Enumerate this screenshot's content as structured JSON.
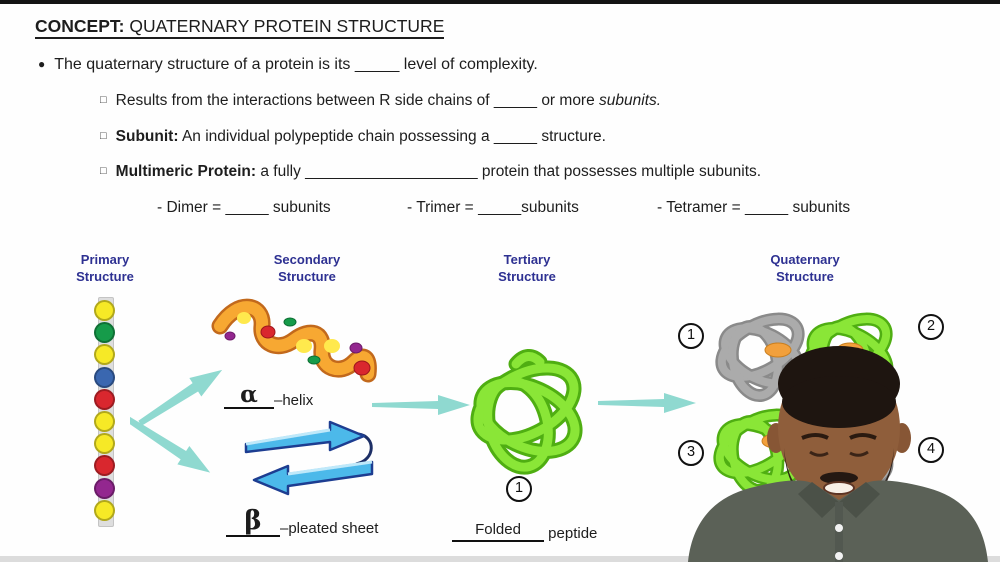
{
  "title": {
    "label_bold": "CONCEPT:",
    "label_rest": "QUATERNARY PROTEIN STRUCTURE"
  },
  "bullet_main": {
    "marker": "●",
    "pre": "The quaternary structure of a protein is its",
    "blank": "_____",
    "post": "level of complexity."
  },
  "sub_bullets": {
    "s1": {
      "marker": "□",
      "pre": "Results from the interactions between R side chains of",
      "blank": "_____",
      "mid": "or more",
      "italic_term": "subunits."
    },
    "s2": {
      "marker": "□",
      "term": "Subunit:",
      "pre": "An individual polypeptide chain possessing a",
      "blank": "_____",
      "post": "structure."
    },
    "s3": {
      "marker": "□",
      "term": "Multimeric Protein:",
      "pre": "a fully",
      "blank": "____________________",
      "post": "protein that possesses multiple subunits."
    }
  },
  "multimer_row": {
    "dimer": {
      "pre": "- Dimer =",
      "blank": "_____",
      "post": "subunits"
    },
    "trimer": {
      "pre": "- Trimer =",
      "blank": "_____",
      "post": "subunits"
    },
    "tetramer": {
      "pre": "- Tetramer =",
      "blank": "_____",
      "post": "subunits"
    }
  },
  "diagram": {
    "columns": {
      "primary": {
        "line1": "Primary",
        "line2": "Structure"
      },
      "secondary": {
        "line1": "Secondary",
        "line2": "Structure"
      },
      "tertiary": {
        "line1": "Tertiary",
        "line2": "Structure"
      },
      "quaternary": {
        "line1": "Quaternary",
        "line2": "Structure"
      }
    },
    "label_color": "#2e3192",
    "arrow_color": "#8fd9d0",
    "primary": {
      "backbone_color": "#dedede",
      "bead_colors": [
        "#f6e926",
        "#169b4a",
        "#f6e926",
        "#3a67b0",
        "#d9272e",
        "#f6e926",
        "#f6e926",
        "#d9272e",
        "#93278f",
        "#f6e926"
      ]
    },
    "secondary": {
      "alpha_answer": "α",
      "alpha_suffix": "–helix",
      "beta_answer": "β",
      "beta_suffix": "–pleated sheet",
      "helix_color": "#f7a832",
      "helix_outline": "#c2691c",
      "sheet_color": "#4cb9ea",
      "sheet_outline": "#1d3d91"
    },
    "tertiary": {
      "badge": "1",
      "answer": "Folded",
      "suffix": "peptide",
      "color": "#8ae637",
      "outline": "#4fae12"
    },
    "quaternary": {
      "badge1": "1",
      "badge2": "2",
      "badge3": "3",
      "badge4": "4",
      "gray_subunit_color": "#ababab",
      "gray_subunit_outline": "#8a8a8a",
      "green_subunit_color": "#8ae637",
      "green_subunit_outline": "#4fae12",
      "core_color": "#f2a03c"
    }
  }
}
